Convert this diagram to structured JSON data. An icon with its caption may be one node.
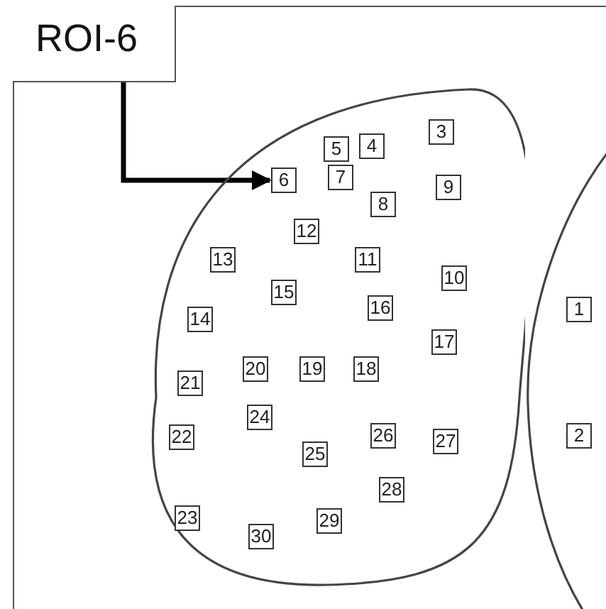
{
  "diagram": {
    "nodes": [
      {
        "text": [
          "ROI-6"
        ]
      },
      {
        "text": [],
        "shape": "circle"
      },
      {
        "text": [
          "5"
        ],
        "in": 1
      },
      {
        "text": [
          "4"
        ],
        "in": 1
      },
      {
        "text": [
          "3"
        ],
        "in": 1
      },
      {
        "text": [
          "6"
        ],
        "in": 1
      },
      {
        "text": [
          "7"
        ],
        "in": 1
      },
      {
        "text": [
          "9"
        ],
        "in": 1
      },
      {
        "text": [
          "8"
        ],
        "in": 1
      },
      {
        "text": [
          "12"
        ],
        "in": 1
      },
      {
        "text": [
          "13"
        ],
        "in": 1
      },
      {
        "text": [
          "11"
        ],
        "in": 1
      },
      {
        "text": [
          "10"
        ],
        "in": 1
      },
      {
        "text": [
          "15"
        ],
        "in": 1
      },
      {
        "text": [
          "16"
        ],
        "in": 1
      },
      {
        "text": [
          "14"
        ],
        "in": 1
      },
      {
        "text": [
          "17"
        ],
        "in": 1
      },
      {
        "text": [
          "20"
        ],
        "in": 1
      },
      {
        "text": [
          "19"
        ],
        "in": 1
      },
      {
        "text": [
          "18"
        ],
        "in": 1
      },
      {
        "text": [
          "21"
        ],
        "in": 1
      },
      {
        "text": [
          "24"
        ],
        "in": 1
      },
      {
        "text": [
          "26"
        ],
        "in": 1
      },
      {
        "text": [
          "22"
        ],
        "in": 1
      },
      {
        "text": [
          "27"
        ],
        "in": 1
      },
      {
        "text": [
          "25"
        ],
        "in": 1
      },
      {
        "text": [
          "28"
        ],
        "in": 1
      },
      {
        "text": [
          "23"
        ],
        "in": 1
      },
      {
        "text": [
          "29"
        ],
        "in": 1
      },
      {
        "text": [
          "30"
        ],
        "in": 1
      },
      {
        "text": [],
        "shape": "circle"
      },
      {
        "text": [
          "1"
        ],
        "in": 30
      },
      {
        "text": [
          "2"
        ],
        "in": 30
      }
    ],
    "edges": [
      {
        "from": 0,
        "to": 5,
        "arrow": "to"
      }
    ]
  }
}
